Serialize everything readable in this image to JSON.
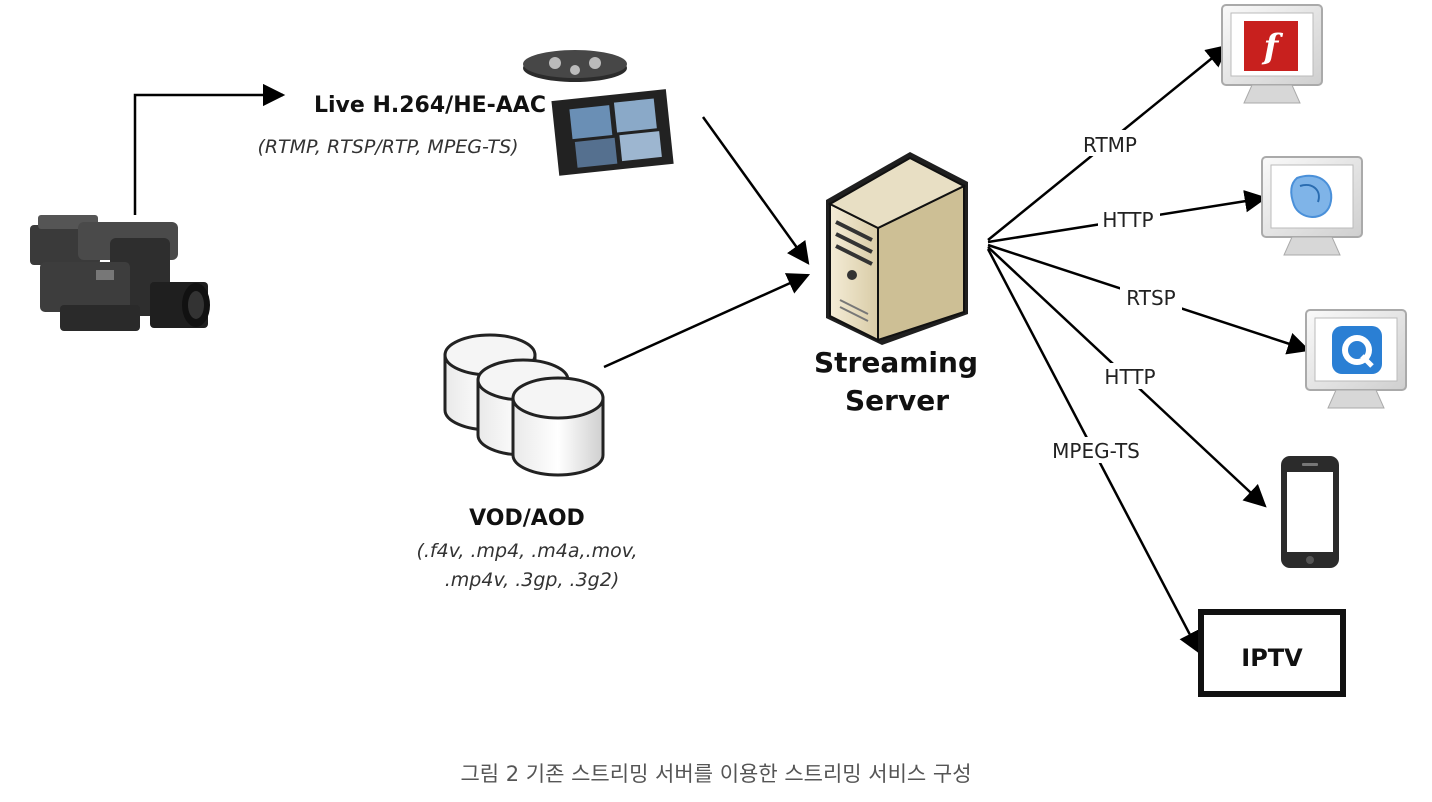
{
  "live_stream": {
    "title": "Live H.264/HE-AAC",
    "protocols": "(RTMP, RTSP/RTP, MPEG-TS)"
  },
  "vod": {
    "title": "VOD/AOD",
    "formats_line1": "(.f4v, .mp4, .m4a,.mov,",
    "formats_line2": ".mp4v, .3gp, .3g2)"
  },
  "server": {
    "line1": "Streaming",
    "line2": "Server"
  },
  "outputs": [
    {
      "protocol": "RTMP",
      "client_icon": "flash-player-monitor-icon"
    },
    {
      "protocol": "HTTP",
      "client_icon": "silverlight-monitor-icon"
    },
    {
      "protocol": "RTSP",
      "client_icon": "quicktime-monitor-icon"
    },
    {
      "protocol": "HTTP",
      "client_icon": "smartphone-icon"
    },
    {
      "protocol": "MPEG-TS",
      "client_icon": "iptv-tv-icon"
    }
  ],
  "iptv_label": "IPTV",
  "caption": "그림 2 기존 스트리밍 서버를 이용한 스트리밍 서비스 구성",
  "colors": {
    "flash_red": "#c8201e",
    "silverlight_blue": "#4a90d9",
    "quicktime_blue": "#2a7fd4"
  }
}
